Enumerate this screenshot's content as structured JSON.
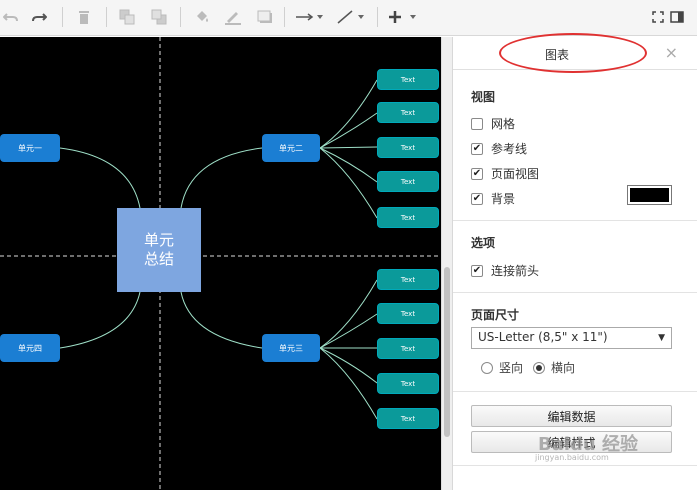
{
  "toolbar": {
    "icons": [
      "undo-icon",
      "redo-icon",
      "delete-icon",
      "to-front-icon",
      "to-back-icon",
      "fill-color-icon",
      "line-color-icon",
      "shadow-icon",
      "connection-icon",
      "waypoints-icon",
      "insert-icon",
      "fullscreen-icon",
      "format-panel-icon"
    ]
  },
  "diagram": {
    "main": [
      "单元",
      "总结"
    ],
    "unit1": "单元一",
    "unit2": "单元二",
    "unit3": "单元三",
    "unit4": "单元四",
    "leaf": "Text"
  },
  "panel": {
    "title": "图表",
    "close": "×",
    "view": {
      "title": "视图",
      "grid": "网格",
      "guides": "参考线",
      "page_view": "页面视图",
      "background": "背景"
    },
    "options": {
      "title": "选项",
      "connection_arrows": "连接箭头"
    },
    "page_size": {
      "title": "页面尺寸",
      "selected": "US-Letter (8,5\" x 11\")",
      "portrait": "竖向",
      "landscape": "横向"
    },
    "edit_data": "编辑数据",
    "edit_style": "编辑样式",
    "background_color": "#000000",
    "watermark": "Baidu 经验",
    "watermark_sub": "jingyan.baidu.com"
  }
}
